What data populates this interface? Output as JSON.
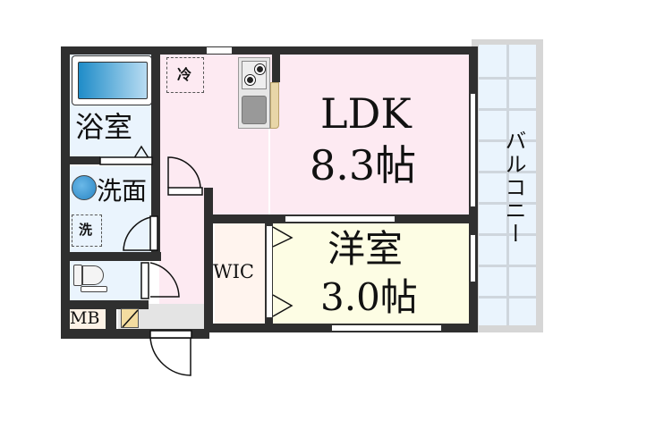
{
  "floorplan": {
    "rooms": {
      "ldk": {
        "name": "LDK",
        "size": "8.3帖",
        "fill": "#fdeaf2"
      },
      "western": {
        "name": "洋室",
        "size": "3.0帖",
        "fill": "#fdfde4"
      },
      "wic": {
        "name": "WIC",
        "fill": "#fff4ee"
      },
      "bath": {
        "name": "浴室",
        "fill": "#eaf4fd"
      },
      "washroom": {
        "name": "洗面",
        "fill": "#eaf4fd"
      },
      "toilet": {
        "fill": "#eaf4fd"
      },
      "mb": {
        "name": "MB",
        "fill": "#fdf2e6"
      },
      "balcony": {
        "name": "バルコニー",
        "fill": "#eaf4fd"
      },
      "hall": {
        "fill": "#fdeaf2"
      },
      "entrance": {
        "fill": "#e4e4e4"
      }
    },
    "fixtures": {
      "fridge": "冷",
      "washer": "洗"
    },
    "colors": {
      "wall": "#2f2f2f",
      "balcony_frame": "#d6d6d6",
      "bathtub": "#3a9fd6",
      "counter": "#e8d6a8",
      "shoe_box": "#f3dca0"
    }
  }
}
